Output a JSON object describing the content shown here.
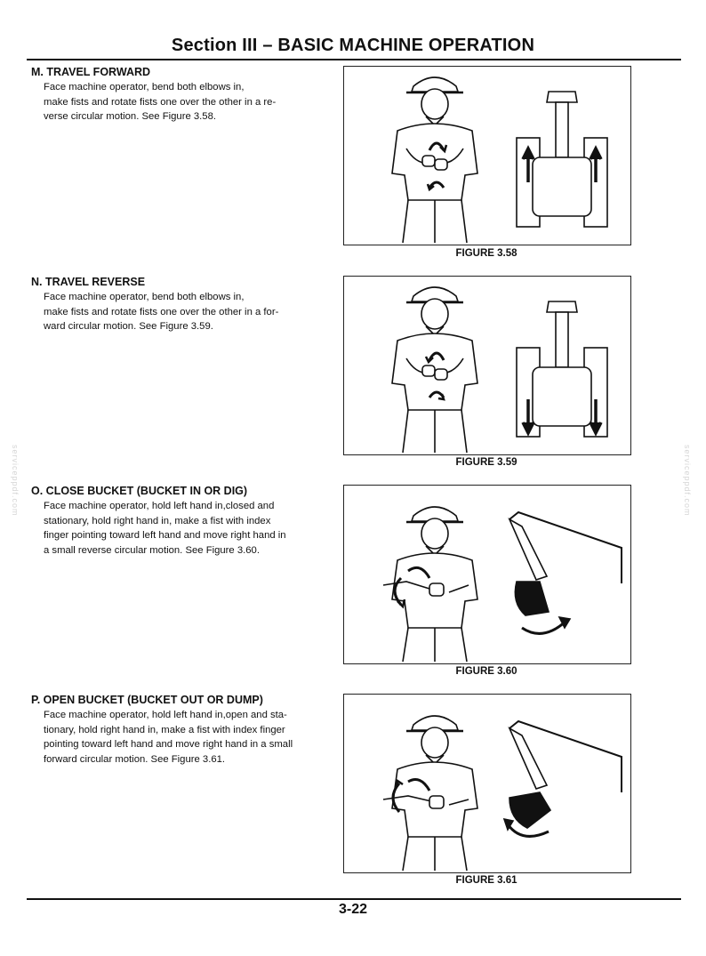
{
  "page": {
    "title": "Section III – BASIC MACHINE OPERATION",
    "page_number": "3-22",
    "watermark": "serviceppdf.com"
  },
  "sections": [
    {
      "heading": "M. TRAVEL FORWARD",
      "lines": [
        "Face machine operator, bend both elbows in,",
        "make fists and rotate fists one over the other in a re-",
        "verse circular motion. See Figure 3.58."
      ],
      "caption": "FIGURE 3.58",
      "illustration": "travel-forward"
    },
    {
      "heading": "N. TRAVEL REVERSE",
      "lines": [
        "Face machine operator, bend both elbows in,",
        "make fists and rotate fists one over the other in a for-",
        "ward circular motion. See Figure 3.59."
      ],
      "caption": "FIGURE 3.59",
      "illustration": "travel-reverse"
    },
    {
      "heading": "O. CLOSE BUCKET (BUCKET IN OR DIG)",
      "lines": [
        "Face machine operator, hold left hand in,closed and",
        "stationary, hold right hand in, make a fist with index",
        "finger pointing toward left hand and move right hand in",
        "a small reverse circular motion. See Figure 3.60."
      ],
      "caption": "FIGURE 3.60",
      "illustration": "close-bucket"
    },
    {
      "heading": "P. OPEN BUCKET (BUCKET OUT OR DUMP)",
      "lines": [
        "Face machine operator, hold left hand in,open and sta-",
        "tionary, hold right hand in, make a fist with index finger",
        "pointing toward left hand and move right hand in a small",
        "forward circular motion. See Figure 3.61."
      ],
      "caption": "FIGURE 3.61",
      "illustration": "open-bucket"
    }
  ]
}
